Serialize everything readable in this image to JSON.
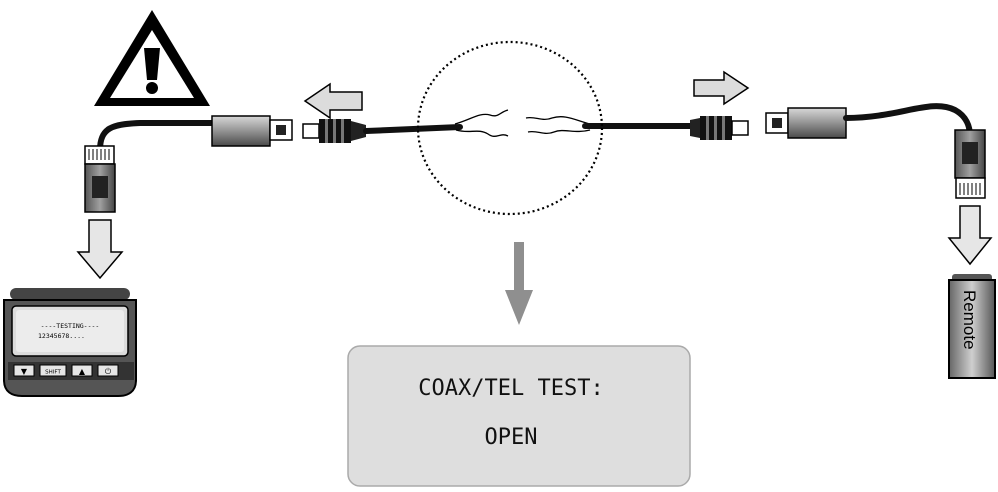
{
  "tester": {
    "screen_line1": "----TESTING----",
    "screen_line2": "12345678....",
    "buttons": [
      "▼",
      "SHIFT",
      "▲",
      "⏻"
    ]
  },
  "remote": {
    "label": "Remote"
  },
  "result_panel": {
    "line1": "COAX/TEL TEST:",
    "line2": "OPEN"
  },
  "colors": {
    "cable": "#111111",
    "arrow_fill": "#dcdcdc",
    "down_arrow": "#8f8f8f",
    "panel_bg": "#dedede",
    "panel_border": "#aaaaaa",
    "warning": "#000000"
  },
  "icons": [
    "warning-icon",
    "left-arrow-icon",
    "right-arrow-icon",
    "down-arrow-icon"
  ]
}
